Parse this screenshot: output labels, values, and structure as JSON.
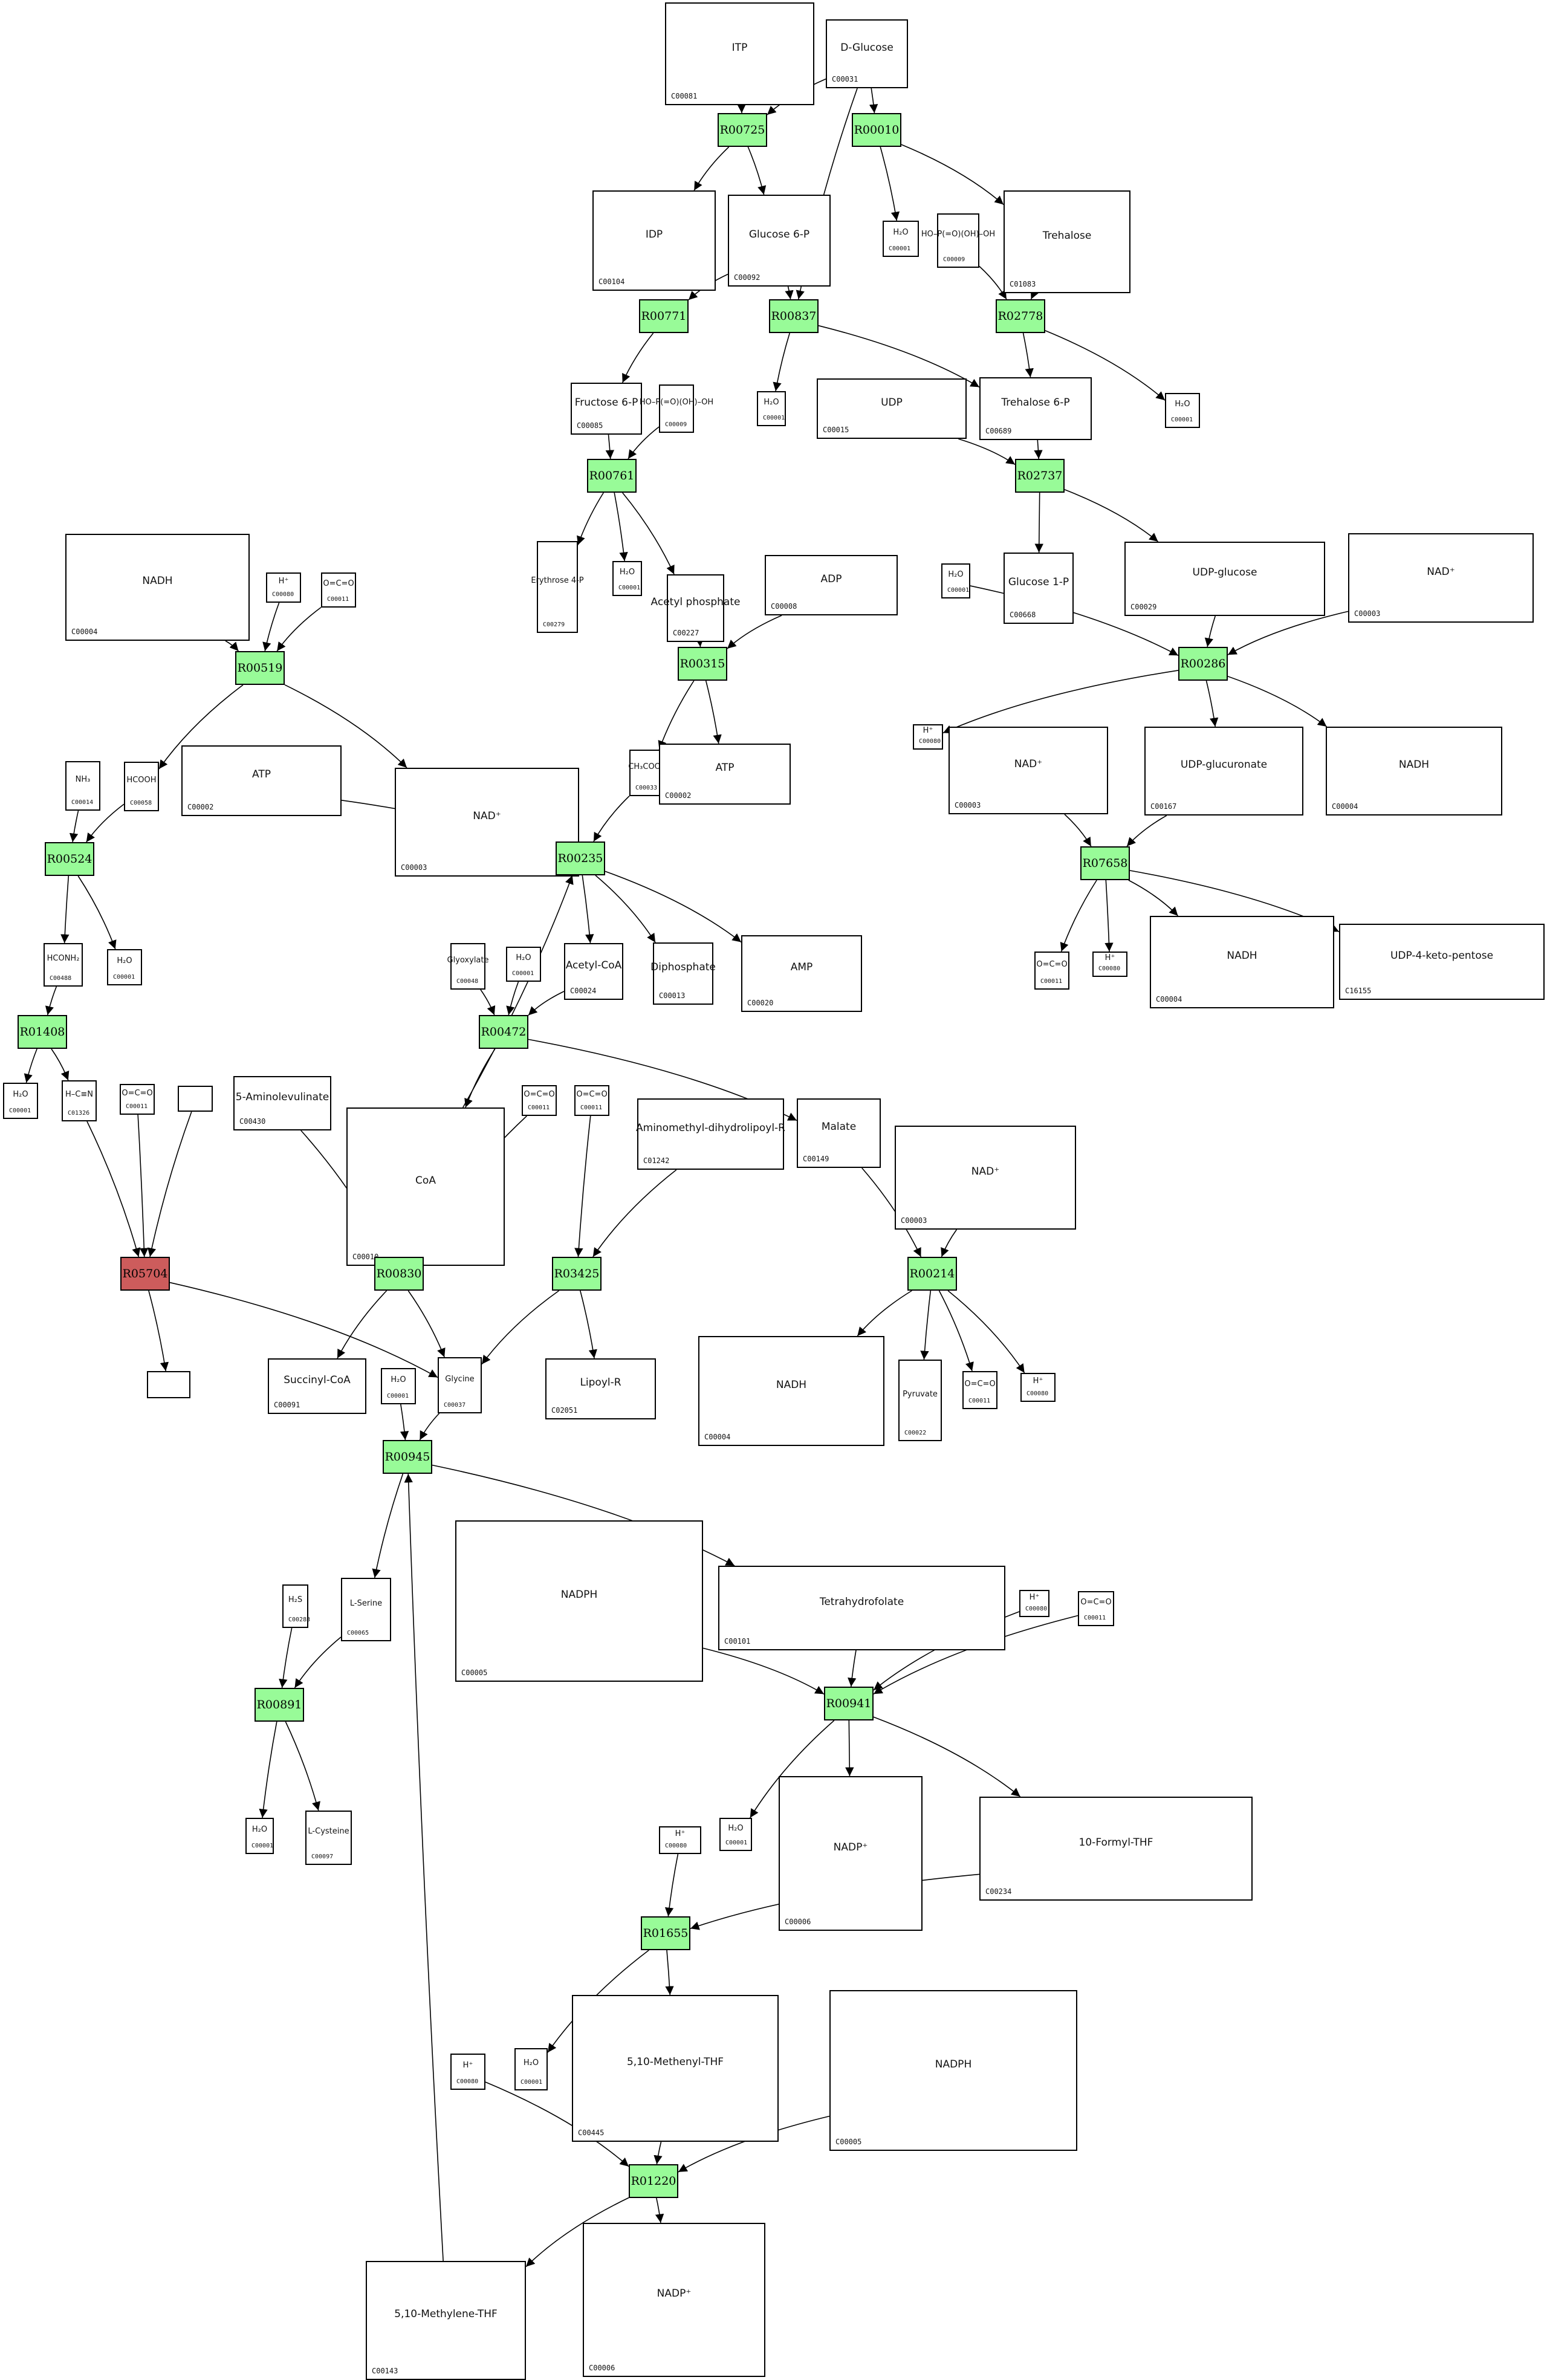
{
  "diagram": {
    "colors": {
      "reaction_ok": "#98fb98",
      "reaction_highlight": "#cd5c5c",
      "edge": "#000000"
    },
    "reactions": [
      {
        "id": "R00725",
        "status": "ok"
      },
      {
        "id": "R00010",
        "status": "ok"
      },
      {
        "id": "R00771",
        "status": "ok"
      },
      {
        "id": "R00837",
        "status": "ok"
      },
      {
        "id": "R02778",
        "status": "ok"
      },
      {
        "id": "R00761",
        "status": "ok"
      },
      {
        "id": "R02737",
        "status": "ok"
      },
      {
        "id": "R00519",
        "status": "ok"
      },
      {
        "id": "R00315",
        "status": "ok"
      },
      {
        "id": "R00286",
        "status": "ok"
      },
      {
        "id": "R00524",
        "status": "ok"
      },
      {
        "id": "R00235",
        "status": "ok"
      },
      {
        "id": "R07658",
        "status": "ok"
      },
      {
        "id": "R01408",
        "status": "ok"
      },
      {
        "id": "R00472",
        "status": "ok"
      },
      {
        "id": "R05704",
        "status": "highlight"
      },
      {
        "id": "R00830",
        "status": "ok"
      },
      {
        "id": "R03425",
        "status": "ok"
      },
      {
        "id": "R00214",
        "status": "ok"
      },
      {
        "id": "R00945",
        "status": "ok"
      },
      {
        "id": "R00891",
        "status": "ok"
      },
      {
        "id": "R00941",
        "status": "ok"
      },
      {
        "id": "R01655",
        "status": "ok"
      },
      {
        "id": "R01220",
        "status": "ok"
      }
    ],
    "compounds": [
      {
        "key": "c00081",
        "id": "C00081",
        "formula": "ITP"
      },
      {
        "key": "c00031",
        "id": "C00031",
        "formula": "D-Glucose"
      },
      {
        "key": "c00104",
        "id": "C00104",
        "formula": "IDP"
      },
      {
        "key": "c00092",
        "id": "C00092",
        "formula": "Glucose 6-P"
      },
      {
        "key": "c00001a",
        "id": "C00001",
        "formula": "H₂O"
      },
      {
        "key": "c00009a",
        "id": "C00009",
        "formula": "HO–P(=O)(OH)–OH"
      },
      {
        "key": "c01083",
        "id": "C01083",
        "formula": "Trehalose"
      },
      {
        "key": "c00085",
        "id": "C00085",
        "formula": "Fructose 6-P"
      },
      {
        "key": "c00009b",
        "id": "C00009",
        "formula": "HO–P(=O)(OH)–OH"
      },
      {
        "key": "c00001b",
        "id": "C00001",
        "formula": "H₂O"
      },
      {
        "key": "c00015",
        "id": "C00015",
        "formula": "UDP"
      },
      {
        "key": "c00689",
        "id": "C00689",
        "formula": "Trehalose 6-P"
      },
      {
        "key": "c00001c",
        "id": "C00001",
        "formula": "H₂O"
      },
      {
        "key": "c00004a",
        "id": "C00004",
        "formula": "NADH"
      },
      {
        "key": "c00080a",
        "id": "C00080",
        "formula": "H⁺"
      },
      {
        "key": "c00011a",
        "id": "C00011",
        "formula": "O=C=O"
      },
      {
        "key": "c00279",
        "id": "C00279",
        "formula": "Erythrose 4-P"
      },
      {
        "key": "c00001d",
        "id": "C00001",
        "formula": "H₂O"
      },
      {
        "key": "c00227",
        "id": "C00227",
        "formula": "Acetyl phosphate"
      },
      {
        "key": "c00008",
        "id": "C00008",
        "formula": "ADP"
      },
      {
        "key": "c00001e",
        "id": "C00001",
        "formula": "H₂O"
      },
      {
        "key": "c00668",
        "id": "C00668",
        "formula": "Glucose 1-P"
      },
      {
        "key": "c00029",
        "id": "C00029",
        "formula": "UDP-glucose"
      },
      {
        "key": "c00003a",
        "id": "C00003",
        "formula": "NAD⁺"
      },
      {
        "key": "c00014",
        "id": "C00014",
        "formula": "NH₃"
      },
      {
        "key": "c00058",
        "id": "C00058",
        "formula": "HCOOH"
      },
      {
        "key": "c00002a",
        "id": "C00002",
        "formula": "ATP"
      },
      {
        "key": "c00003b",
        "id": "C00003",
        "formula": "NAD⁺"
      },
      {
        "key": "c00033",
        "id": "C00033",
        "formula": "CH₃COOH"
      },
      {
        "key": "c00002b",
        "id": "C00002",
        "formula": "ATP"
      },
      {
        "key": "c00080b",
        "id": "C00080",
        "formula": "H⁺"
      },
      {
        "key": "c00003c",
        "id": "C00003",
        "formula": "NAD⁺"
      },
      {
        "key": "c00167",
        "id": "C00167",
        "formula": "UDP-glucuronate"
      },
      {
        "key": "c00004b",
        "id": "C00004",
        "formula": "NADH"
      },
      {
        "key": "c00488",
        "id": "C00488",
        "formula": "HCONH₂"
      },
      {
        "key": "c00001f",
        "id": "C00001",
        "formula": "H₂O"
      },
      {
        "key": "c00048",
        "id": "C00048",
        "formula": "Glyoxylate"
      },
      {
        "key": "c00001g",
        "id": "C00001",
        "formula": "H₂O"
      },
      {
        "key": "c00024",
        "id": "C00024",
        "formula": "Acetyl-CoA"
      },
      {
        "key": "c00013",
        "id": "C00013",
        "formula": "Diphosphate"
      },
      {
        "key": "c00020",
        "id": "C00020",
        "formula": "AMP"
      },
      {
        "key": "c00011b",
        "id": "C00011",
        "formula": "O=C=O"
      },
      {
        "key": "c00080c",
        "id": "C00080",
        "formula": "H⁺"
      },
      {
        "key": "c00004c",
        "id": "C00004",
        "formula": "NADH"
      },
      {
        "key": "c16155",
        "id": "C16155",
        "formula": "UDP-4-keto-pentose"
      },
      {
        "key": "c00001h",
        "id": "C00001",
        "formula": "H₂O"
      },
      {
        "key": "c01326",
        "id": "C01326",
        "formula": "H–C≡N"
      },
      {
        "key": "c00011c",
        "id": "C00011",
        "formula": "O=C=O"
      },
      {
        "key": "empty1",
        "id": "",
        "formula": ""
      },
      {
        "key": "c00430",
        "id": "C00430",
        "formula": "5-Aminolevulinate"
      },
      {
        "key": "c00010",
        "id": "C00010",
        "formula": "CoA"
      },
      {
        "key": "c00011d",
        "id": "C00011",
        "formula": "O=C=O"
      },
      {
        "key": "c00011e",
        "id": "C00011",
        "formula": "O=C=O"
      },
      {
        "key": "c01242",
        "id": "C01242",
        "formula": "Aminomethyl-dihydrolipoyl-R"
      },
      {
        "key": "c00149",
        "id": "C00149",
        "formula": "Malate"
      },
      {
        "key": "c00003d",
        "id": "C00003",
        "formula": "NAD⁺"
      },
      {
        "key": "empty2",
        "id": "",
        "formula": ""
      },
      {
        "key": "c00091",
        "id": "C00091",
        "formula": "Succinyl-CoA"
      },
      {
        "key": "c00001i",
        "id": "C00001",
        "formula": "H₂O"
      },
      {
        "key": "c00037",
        "id": "C00037",
        "formula": "Glycine"
      },
      {
        "key": "c02051",
        "id": "C02051",
        "formula": "Lipoyl-R"
      },
      {
        "key": "c00004d",
        "id": "C00004",
        "formula": "NADH"
      },
      {
        "key": "c00022",
        "id": "C00022",
        "formula": "Pyruvate"
      },
      {
        "key": "c00011f",
        "id": "C00011",
        "formula": "O=C=O"
      },
      {
        "key": "c00080d",
        "id": "C00080",
        "formula": "H⁺"
      },
      {
        "key": "c00005a",
        "id": "C00005",
        "formula": "NADPH"
      },
      {
        "key": "c00101",
        "id": "C00101",
        "formula": "Tetrahydrofolate"
      },
      {
        "key": "c00080e",
        "id": "C00080",
        "formula": "H⁺"
      },
      {
        "key": "c00011g",
        "id": "C00011",
        "formula": "O=C=O"
      },
      {
        "key": "c00283",
        "id": "C00283",
        "formula": "H₂S"
      },
      {
        "key": "c00065",
        "id": "C00065",
        "formula": "L-Serine"
      },
      {
        "key": "c00001j",
        "id": "C00001",
        "formula": "H₂O"
      },
      {
        "key": "c00097",
        "id": "C00097",
        "formula": "L-Cysteine"
      },
      {
        "key": "c00001k",
        "id": "C00001",
        "formula": "H₂O"
      },
      {
        "key": "c00006a",
        "id": "C00006",
        "formula": "NADP⁺"
      },
      {
        "key": "c00234",
        "id": "C00234",
        "formula": "10-Formyl-THF"
      },
      {
        "key": "c00080f",
        "id": "C00080",
        "formula": "H⁺"
      },
      {
        "key": "c00001l",
        "id": "C00001",
        "formula": "H₂O"
      },
      {
        "key": "c00445",
        "id": "C00445",
        "formula": "5,10-Methenyl-THF"
      },
      {
        "key": "c00005b",
        "id": "C00005",
        "formula": "NADPH"
      },
      {
        "key": "c00080g",
        "id": "C00080",
        "formula": "H⁺"
      },
      {
        "key": "c00001m",
        "id": "C00001",
        "formula": "H₂O"
      },
      {
        "key": "c00143",
        "id": "C00143",
        "formula": "5,10-Methylene-THF"
      },
      {
        "key": "c00006b",
        "id": "C00006",
        "formula": "NADP⁺"
      }
    ],
    "edges": [
      [
        "c00081",
        "R00725"
      ],
      [
        "c00031",
        "R00725"
      ],
      [
        "c00031",
        "R00010"
      ],
      [
        "c00031",
        "R00837"
      ],
      [
        "R00725",
        "c00104"
      ],
      [
        "R00725",
        "c00092"
      ],
      [
        "R00010",
        "c00001a"
      ],
      [
        "R00010",
        "c01083"
      ],
      [
        "c00092",
        "R00771"
      ],
      [
        "c00092",
        "R00837"
      ],
      [
        "c00009a",
        "R02778"
      ],
      [
        "c01083",
        "R02778"
      ],
      [
        "R00771",
        "c00085"
      ],
      [
        "R00837",
        "c00001b"
      ],
      [
        "R00837",
        "c00689"
      ],
      [
        "R02778",
        "c00689"
      ],
      [
        "R02778",
        "c00001c"
      ],
      [
        "c00085",
        "R00761"
      ],
      [
        "c00009b",
        "R00761"
      ],
      [
        "c00015",
        "R02737"
      ],
      [
        "c00689",
        "R02737"
      ],
      [
        "R00761",
        "c00279"
      ],
      [
        "R00761",
        "c00001d"
      ],
      [
        "R00761",
        "c00227"
      ],
      [
        "R02737",
        "c00668"
      ],
      [
        "R02737",
        "c00029"
      ],
      [
        "c00004a",
        "R00519"
      ],
      [
        "c00080a",
        "R00519"
      ],
      [
        "c00011a",
        "R00519"
      ],
      [
        "c00227",
        "R00315"
      ],
      [
        "c00008",
        "R00315"
      ],
      [
        "c00001e",
        "R00286"
      ],
      [
        "c00029",
        "R00286"
      ],
      [
        "c00003a",
        "R00286"
      ],
      [
        "R00519",
        "c00058"
      ],
      [
        "R00519",
        "c00003b"
      ],
      [
        "R00315",
        "c00033"
      ],
      [
        "R00315",
        "c00002b"
      ],
      [
        "R00286",
        "c00080b"
      ],
      [
        "R00286",
        "c00167"
      ],
      [
        "R00286",
        "c00004b"
      ],
      [
        "c00014",
        "R00524"
      ],
      [
        "c00058",
        "R00524"
      ],
      [
        "c00002a",
        "R00235"
      ],
      [
        "c00033",
        "R00235"
      ],
      [
        "c00010",
        "R00235"
      ],
      [
        "c00003c",
        "R07658"
      ],
      [
        "c00167",
        "R07658"
      ],
      [
        "R00524",
        "c00488"
      ],
      [
        "R00524",
        "c00001f"
      ],
      [
        "R00235",
        "c00024"
      ],
      [
        "R00235",
        "c00013"
      ],
      [
        "R00235",
        "c00020"
      ],
      [
        "R07658",
        "c00011b"
      ],
      [
        "R07658",
        "c00080c"
      ],
      [
        "R07658",
        "c00004c"
      ],
      [
        "R07658",
        "c16155"
      ],
      [
        "c00488",
        "R01408"
      ],
      [
        "c00048",
        "R00472"
      ],
      [
        "c00001g",
        "R00472"
      ],
      [
        "c00024",
        "R00472"
      ],
      [
        "R01408",
        "c00001h"
      ],
      [
        "R01408",
        "c01326"
      ],
      [
        "R00472",
        "c00010"
      ],
      [
        "R00472",
        "c00149"
      ],
      [
        "c01326",
        "R05704"
      ],
      [
        "c00011c",
        "R05704"
      ],
      [
        "empty1",
        "R05704"
      ],
      [
        "c00430",
        "R00830"
      ],
      [
        "c00010",
        "R00830"
      ],
      [
        "c00011d",
        "R00830"
      ],
      [
        "c00011e",
        "R03425"
      ],
      [
        "c01242",
        "R03425"
      ],
      [
        "c00149",
        "R00214"
      ],
      [
        "c00003d",
        "R00214"
      ],
      [
        "R05704",
        "empty2"
      ],
      [
        "R05704",
        "c00037"
      ],
      [
        "R00830",
        "c00091"
      ],
      [
        "R00830",
        "c00037"
      ],
      [
        "R03425",
        "c00037"
      ],
      [
        "R03425",
        "c02051"
      ],
      [
        "R00214",
        "c00004d"
      ],
      [
        "R00214",
        "c00022"
      ],
      [
        "R00214",
        "c00011f"
      ],
      [
        "R00214",
        "c00080d"
      ],
      [
        "c00001i",
        "R00945"
      ],
      [
        "c00037",
        "R00945"
      ],
      [
        "c00143",
        "R00945"
      ],
      [
        "R00945",
        "c00065"
      ],
      [
        "R00945",
        "c00101"
      ],
      [
        "c00283",
        "R00891"
      ],
      [
        "c00065",
        "R00891"
      ],
      [
        "c00005a",
        "R00941"
      ],
      [
        "c00101",
        "R00941"
      ],
      [
        "c00080e",
        "R00941"
      ],
      [
        "c00011g",
        "R00941"
      ],
      [
        "R00891",
        "c00001j"
      ],
      [
        "R00891",
        "c00097"
      ],
      [
        "R00941",
        "c00001k"
      ],
      [
        "R00941",
        "c00006a"
      ],
      [
        "R00941",
        "c00234"
      ],
      [
        "c00080f",
        "R01655"
      ],
      [
        "c00234",
        "R01655"
      ],
      [
        "R01655",
        "c00001l"
      ],
      [
        "R01655",
        "c00445"
      ],
      [
        "c00080g",
        "R01220"
      ],
      [
        "c00445",
        "R01220"
      ],
      [
        "c00005b",
        "R01220"
      ],
      [
        "R01220",
        "c00143"
      ],
      [
        "R01220",
        "c00006b"
      ]
    ]
  }
}
